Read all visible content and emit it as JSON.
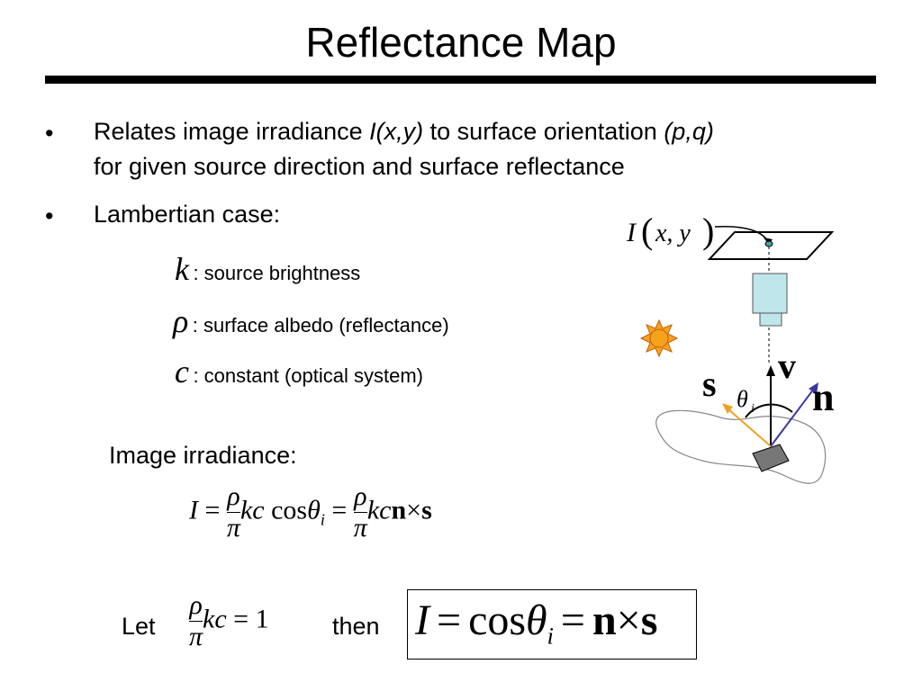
{
  "slide": {
    "title": "Reflectance Map",
    "bullets": [
      {
        "marker": "•",
        "line1_a": "Relates image irradiance ",
        "line1_b": "I(x,y)",
        "line1_c": " to surface orientation ",
        "line1_d": "(p,q)",
        "line2": "for given source direction and surface reflectance"
      },
      {
        "marker": "•",
        "text": "Lambertian case:"
      }
    ],
    "definitions": [
      {
        "symbol": "k",
        "text": ": source brightness"
      },
      {
        "symbol": "ρ",
        "text": ": surface albedo (reflectance)"
      },
      {
        "symbol": "c",
        "text": ": constant (optical system)"
      }
    ],
    "irradiance_label": "Image irradiance:",
    "equation1": {
      "I": "I",
      "eq": "=",
      "rho": "ρ",
      "pi": "π",
      "kc": "kc",
      "cos": "cos",
      "theta": "θ",
      "sub_i": "i",
      "n": "n",
      "dot": "×",
      "s": "s"
    },
    "let_label": "Let",
    "let_eq": {
      "rho": "ρ",
      "pi": "π",
      "kc": "kc",
      "eq": "=",
      "one": "1"
    },
    "then_label": "then",
    "boxed_eq": {
      "I": "I",
      "eq": "=",
      "cos": "cos",
      "theta": "θ",
      "sub_i": "i",
      "n": "n",
      "dot": "×",
      "s": "s"
    },
    "diagram": {
      "I_label": "I",
      "xy_label": "x, y",
      "s_label": "s",
      "v_label": "v",
      "n_label": "n",
      "theta_label": "θ",
      "theta_sub": "i",
      "colors": {
        "source_arrow": "#f0a020",
        "normal_arrow": "#3a3aa0",
        "camera": "#bfe6ea",
        "sun": "#f7a21c",
        "patch": "#777777"
      }
    }
  }
}
